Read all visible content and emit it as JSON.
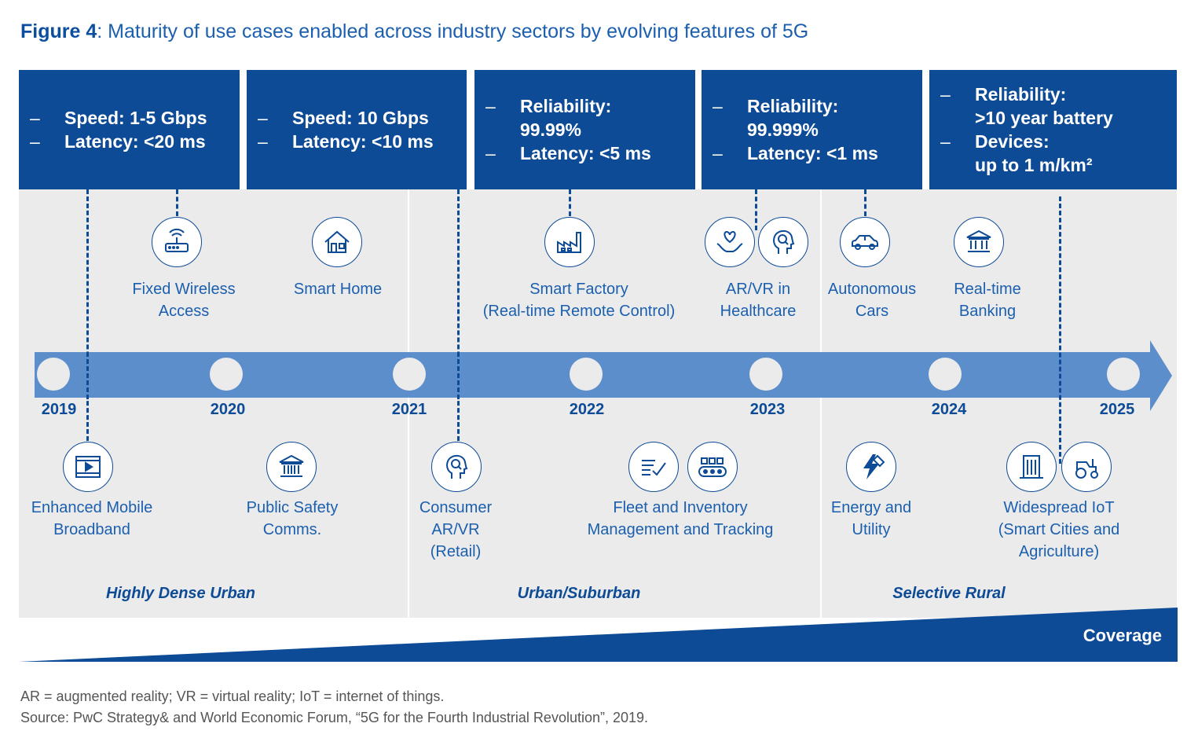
{
  "title": {
    "prefix": "Figure 4",
    "text": ": Maturity of use cases enabled across industry sectors by evolving features of 5G"
  },
  "feature_boxes": [
    {
      "items": [
        "Speed: 1-5 Gbps",
        "Latency: <20 ms"
      ]
    },
    {
      "items": [
        "Speed: 10 Gbps",
        "Latency: <10 ms"
      ]
    },
    {
      "items": [
        "Reliability:\n99.99%",
        "Latency: <5 ms"
      ]
    },
    {
      "items": [
        "Reliability:\n99.999%",
        "Latency: <1 ms"
      ]
    },
    {
      "items": [
        "Reliability:\n>10 year battery",
        "Devices:\nup to 1 m/km²"
      ]
    }
  ],
  "years": [
    "2019",
    "2020",
    "2021",
    "2022",
    "2023",
    "2024",
    "2025"
  ],
  "use_cases_top": [
    {
      "label": "Fixed Wireless\nAccess",
      "icons": [
        "router-icon"
      ]
    },
    {
      "label": "Smart Home",
      "icons": [
        "house-icon"
      ]
    },
    {
      "label": "Smart Factory\n(Real-time Remote Control)",
      "icons": [
        "factory-icon"
      ]
    },
    {
      "label": "AR/VR in\nHealthcare",
      "icons": [
        "heart-hands-icon",
        "head-search-icon"
      ]
    },
    {
      "label": "Autonomous\nCars",
      "icons": [
        "car-icon"
      ]
    },
    {
      "label": "Real-time\nBanking",
      "icons": [
        "bank-icon"
      ]
    }
  ],
  "use_cases_bottom": [
    {
      "label": "Enhanced Mobile\nBroadband",
      "icons": [
        "video-play-icon"
      ]
    },
    {
      "label": "Public Safety\nComms.",
      "icons": [
        "government-building-icon"
      ]
    },
    {
      "label": "Consumer\nAR/VR\n(Retail)",
      "icons": [
        "head-search-icon"
      ]
    },
    {
      "label": "Fleet and Inventory\nManagement and Tracking",
      "icons": [
        "checklist-icon",
        "conveyor-icon"
      ]
    },
    {
      "label": "Energy and\nUtility",
      "icons": [
        "power-lightning-icon"
      ]
    },
    {
      "label": "Widespread IoT\n(Smart Cities and\nAgriculture)",
      "icons": [
        "city-building-icon",
        "tractor-icon"
      ]
    }
  ],
  "zones": [
    "Highly Dense Urban",
    "Urban/Suburban",
    "Selective Rural"
  ],
  "coverage_label": "Coverage",
  "footnotes": [
    "AR = augmented reality; VR = virtual reality; IoT = internet of things.",
    "Source: PwC Strategy& and World Economic Forum, “5G for the Fourth Industrial Revolution”, 2019."
  ],
  "colors": {
    "dark_blue": "#0d4b97",
    "arrow_blue": "#5b8ecb",
    "panel_gray": "#ebebeb"
  }
}
